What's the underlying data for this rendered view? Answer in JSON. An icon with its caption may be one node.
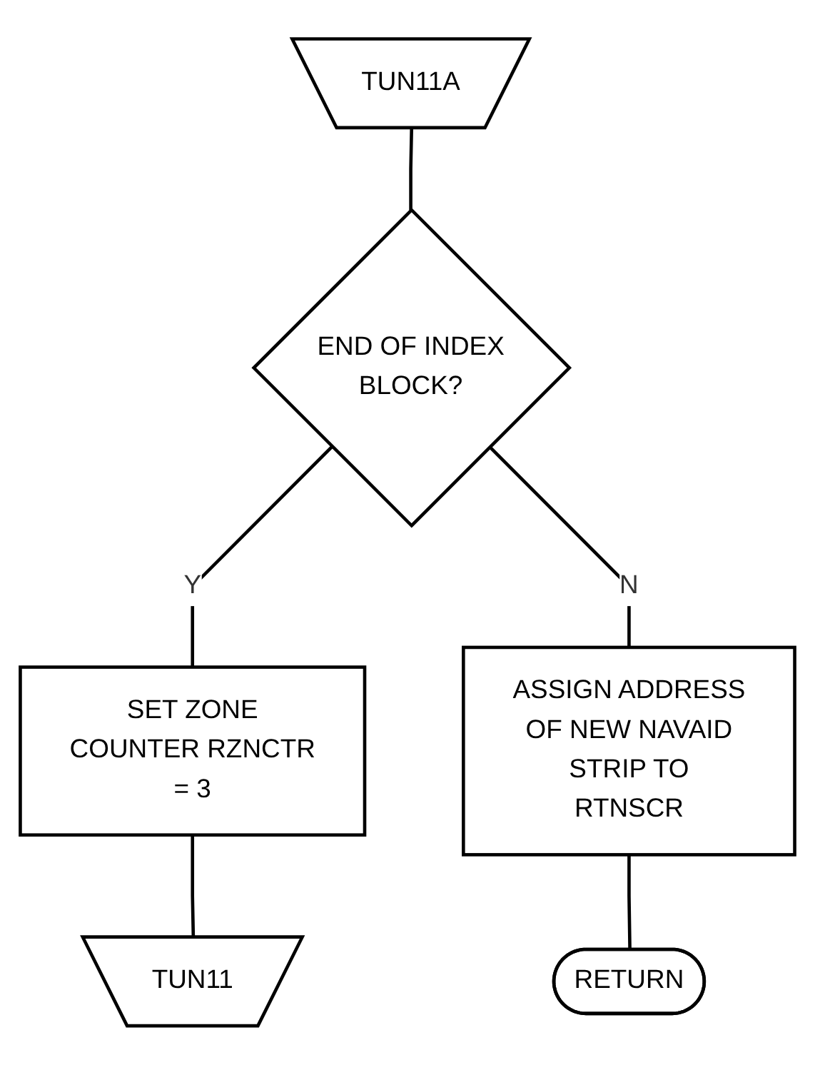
{
  "diagram": {
    "nodes": [
      {
        "text": [
          "TUN11A"
        ]
      },
      {
        "text": [
          "END OF INDEX BLOCK?"
        ]
      },
      {
        "text": [
          "SET ZONE COUNTER RZNCTR = 3"
        ]
      },
      {
        "text": [
          "TUN11"
        ]
      },
      {
        "text": [
          "ASSIGN ADDRESS OF NEW NAVAID STRIP TO RTNSCR"
        ]
      },
      {
        "text": [
          "RETURN"
        ]
      }
    ],
    "edges": [
      {
        "from": 0,
        "to": 1,
        "arrow": "none"
      },
      {
        "from": 1,
        "to": 2,
        "label": "Y",
        "arrow": "none"
      },
      {
        "from": 2,
        "to": 3,
        "arrow": "none"
      },
      {
        "from": 1,
        "to": 4,
        "label": "N",
        "arrow": "none"
      },
      {
        "from": 4,
        "to": 5,
        "arrow": "none"
      }
    ]
  }
}
